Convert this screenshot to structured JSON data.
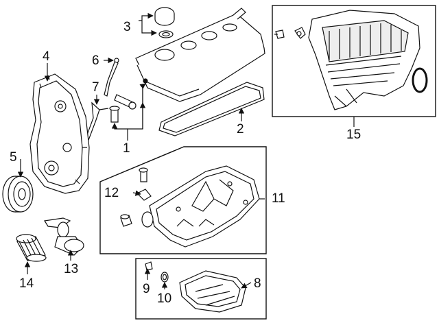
{
  "callouts": {
    "c1": "1",
    "c2": "2",
    "c3": "3",
    "c4": "4",
    "c5": "5",
    "c6": "6",
    "c7": "7",
    "c8": "8",
    "c9": "9",
    "c10": "10",
    "c11": "11",
    "c12": "12",
    "c13": "13",
    "c14": "14",
    "c15": "15"
  },
  "colors": {
    "line": "#1a1a1a",
    "fill": "#ffffff",
    "shade": "#e6e6e6"
  }
}
